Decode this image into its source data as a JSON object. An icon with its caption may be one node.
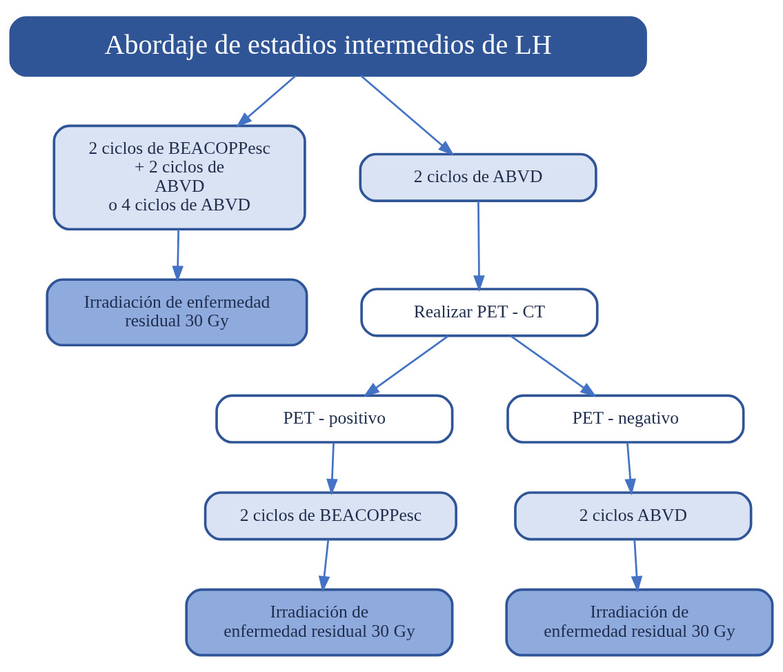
{
  "diagram": {
    "nodes": [
      {
        "text": [
          "Abordaje de estadios intermedios de LH"
        ]
      },
      {
        "text": [
          "2 ciclos de BEACOPPesc + 2 ciclos de ABVD o 4 ciclos de ABVD"
        ]
      },
      {
        "text": [
          "2 ciclos de ABVD"
        ]
      },
      {
        "text": [
          "Realizar PET - CT"
        ]
      },
      {
        "text": [
          "Irradiación de enfermedad residual 30 Gy"
        ]
      },
      {
        "text": [
          "PET - positivo"
        ]
      },
      {
        "text": [
          "PET - negativo"
        ]
      },
      {
        "text": [
          "2 ciclos de BEACOPPesc"
        ]
      },
      {
        "text": [
          "2 ciclos ABVD"
        ]
      },
      {
        "text": [
          "Irradiación de enfermedad residual 30 Gy"
        ]
      },
      {
        "text": [
          "Irradiación de enfermedad residual 30 Gy"
        ]
      }
    ],
    "edges": [
      {
        "from": 0,
        "to": 1,
        "arrow": "to"
      },
      {
        "from": 0,
        "to": 2,
        "arrow": "to"
      },
      {
        "from": 1,
        "to": 4,
        "arrow": "to"
      },
      {
        "from": 2,
        "to": 3,
        "arrow": "to"
      },
      {
        "from": 3,
        "to": 5,
        "arrow": "to"
      },
      {
        "from": 3,
        "to": 6,
        "arrow": "to"
      },
      {
        "from": 5,
        "to": 7,
        "arrow": "to"
      },
      {
        "from": 6,
        "to": 8,
        "arrow": "to"
      },
      {
        "from": 7,
        "to": 9,
        "arrow": "to"
      },
      {
        "from": 8,
        "to": 10,
        "arrow": "to"
      }
    ]
  }
}
